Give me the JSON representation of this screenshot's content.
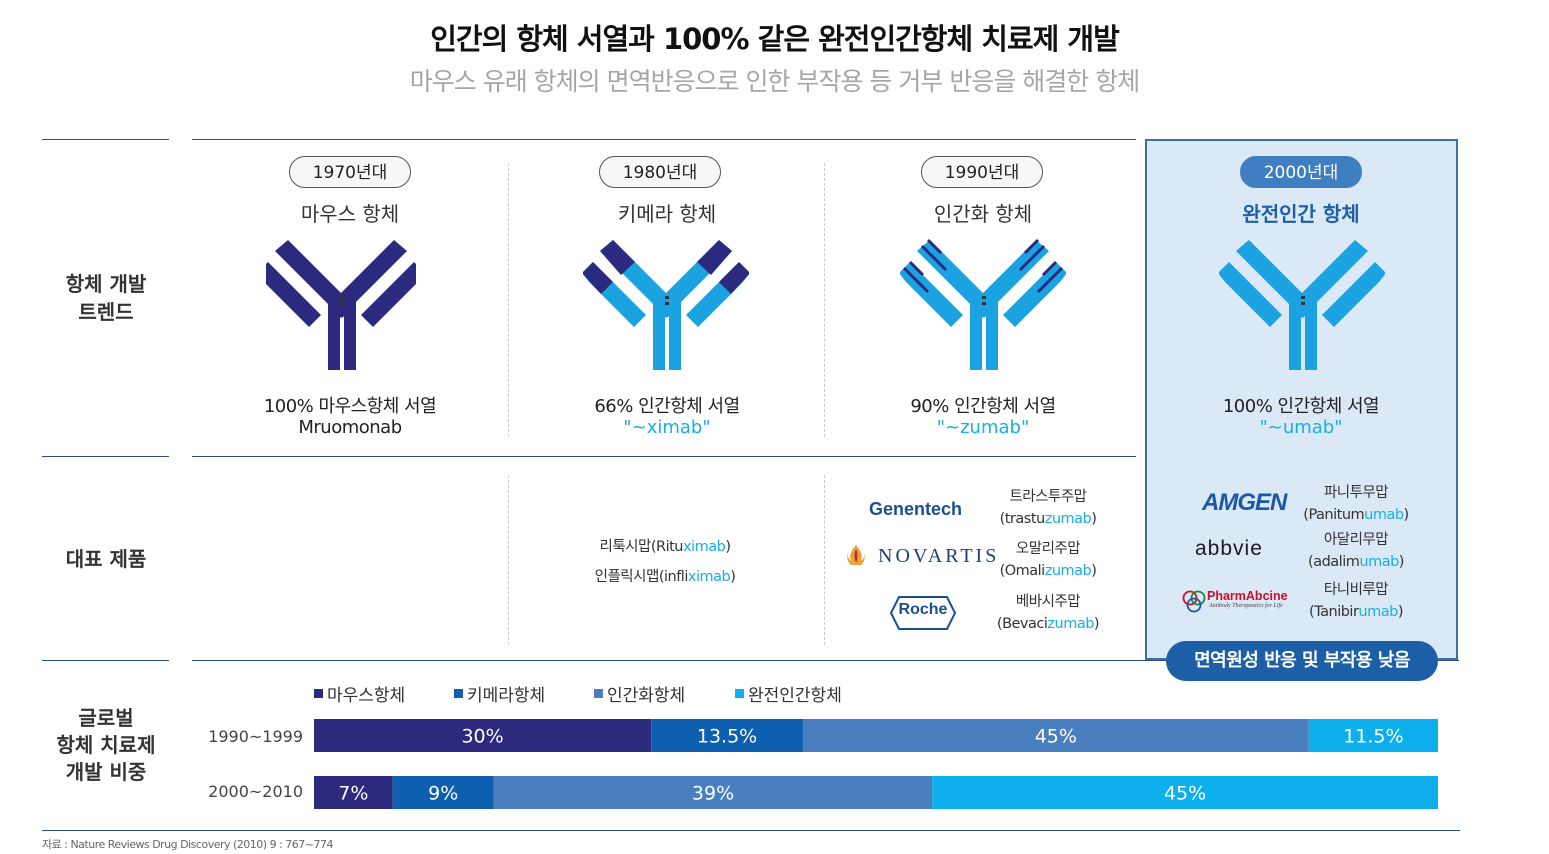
{
  "title": "인간의 항체 서열과 100% 같은 완전인간항체 치료제 개발",
  "subtitle": "마우스 유래 항체의 면역반응으로 인한 부작용 등 거부 반응을 해결한 항체",
  "rows": {
    "trend_label": "항체 개발\n트렌드",
    "products_label": "대표 제품",
    "global_label": "글로벌\n항체 치료제\n개발 비중"
  },
  "eras": [
    {
      "decade": "1970년대",
      "name": "마우스 항체",
      "sequence": "100% 마우스항체  서열",
      "suffix": "Mruomonab",
      "color": "#2b2a7e"
    },
    {
      "decade": "1980년대",
      "name": "키메라 항체",
      "sequence": "66% 인간항체 서열",
      "suffix": "\"~ximab\"",
      "color": "#1aa3e0"
    },
    {
      "decade": "1990년대",
      "name": "인간화 항체",
      "sequence": "90% 인간항체 서열",
      "suffix": "\"~zumab\"",
      "color": "#1aa3e0"
    },
    {
      "decade": "2000년대",
      "name": "완전인간 항체",
      "sequence": "100% 인간항체 서열",
      "suffix": "\"~umab\"",
      "color": "#1aa3e0"
    }
  ],
  "products": {
    "chimeric": [
      {
        "pre": "리툭시맙(Ritu",
        "hl": "ximab",
        "post": ")"
      },
      {
        "pre": "인플릭시맵(infli",
        "hl": "ximab",
        "post": ")"
      }
    ],
    "humanized": [
      {
        "logo": "Genentech",
        "logo_icon": "genentech-logo",
        "kr": "트라스투주맙",
        "pre": "(trastu",
        "hl": "zumab",
        "post": ")"
      },
      {
        "logo": "NOVARTIS",
        "logo_icon": "novartis-logo",
        "kr": "오말리주맙",
        "pre": "(Omali",
        "hl": "zumab",
        "post": ")"
      },
      {
        "logo": "Roche",
        "logo_icon": "roche-logo",
        "kr": "베바시주맙",
        "pre": "(Bevaci",
        "hl": "zumab",
        "post": ")"
      }
    ],
    "fully_human": [
      {
        "logo": "AMGEN",
        "logo_icon": "amgen-logo",
        "kr": "파니투무맙",
        "pre": "(Panitum",
        "hl": "umab",
        "post": ")"
      },
      {
        "logo": "abbvie",
        "logo_icon": "abbvie-logo",
        "kr": "아달리무맙",
        "pre": "(adalim",
        "hl": "umab",
        "post": ")"
      },
      {
        "logo": "PharmAbcine",
        "logo_tagline": "Antibody Therapeutics for Life",
        "logo_icon": "pharmabcine-logo",
        "kr": "타니비루맙",
        "pre": "(Tanibir",
        "hl": "umab",
        "post": ")"
      }
    ]
  },
  "badge": "면역원성 반응 및 부작용 낮음",
  "chart_data": {
    "type": "bar",
    "orientation": "horizontal",
    "stacked": true,
    "percent": true,
    "categories": [
      "1990~1999",
      "2000~2010"
    ],
    "series": [
      {
        "name": "마우스항체",
        "color": "#2c2a7c",
        "values": [
          30,
          7
        ],
        "labels": [
          "30%",
          "7%"
        ]
      },
      {
        "name": "키메라항체",
        "color": "#0f5fb0",
        "values": [
          13.5,
          9
        ],
        "labels": [
          "13.5%",
          "9%"
        ]
      },
      {
        "name": "인간화항체",
        "color": "#4a7fbf",
        "values": [
          45,
          39
        ],
        "labels": [
          "45%",
          "39%"
        ]
      },
      {
        "name": "완전인간항체",
        "color": "#0db0ec",
        "values": [
          11.5,
          45
        ],
        "labels": [
          "11.5%",
          "45%"
        ]
      }
    ],
    "xlim": [
      0,
      100
    ],
    "legend": "top"
  },
  "source": "자료 : Nature Reviews Drug Discovery (2010) 9 : 767~774"
}
